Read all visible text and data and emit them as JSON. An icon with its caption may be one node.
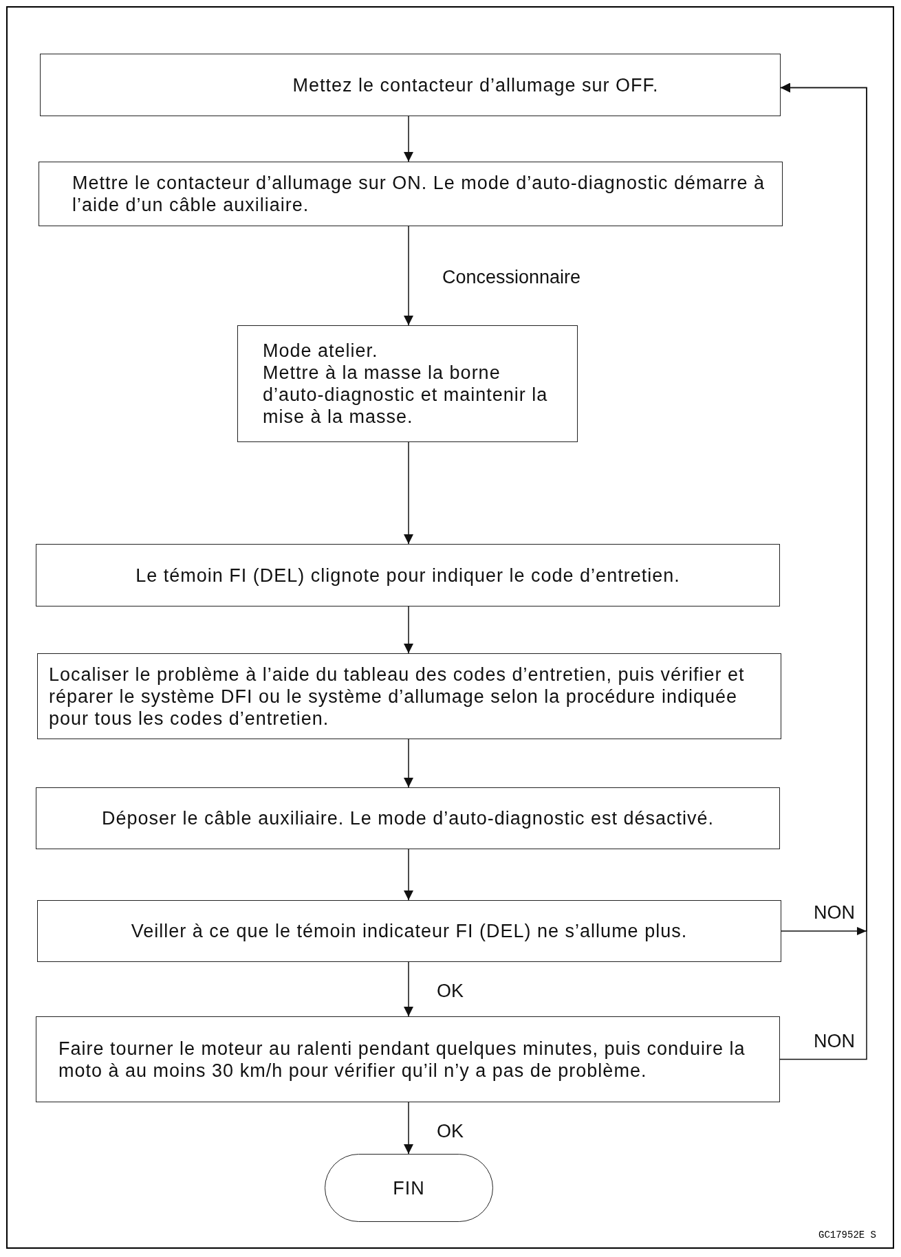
{
  "diagram": {
    "nodes": [
      {
        "text": [
          "Mettez le contacteur d’allumage sur OFF."
        ]
      },
      {
        "text": [
          "Mettre le contacteur d’allumage sur ON. Le mode d’auto-diagnostic démarre à l’aide d’un câble auxiliaire."
        ]
      },
      {
        "text": [
          "Mode atelier.",
          "Mettre à la masse la borne d’auto-diagnostic et maintenir la mise à la masse."
        ]
      },
      {
        "text": [
          "Le témoin FI (DEL) clignote pour indiquer le code d’entretien."
        ]
      },
      {
        "text": [
          "Localiser le problème à l’aide du tableau des codes d’entretien, puis vérifier et réparer le système DFI ou le système d’allumage selon la procédure indiquée pour tous les codes d’entretien."
        ]
      },
      {
        "text": [
          "Déposer le câble auxiliaire. Le mode d’auto-diagnostic est désactivé."
        ]
      },
      {
        "text": [
          "Veiller à ce que le témoin indicateur FI (DEL) ne s’allume plus."
        ]
      },
      {
        "text": [
          "Faire tourner le moteur au ralenti pendant quelques minutes, puis conduire la moto à au moins 30 km/h pour vérifier qu’il n’y a pas de problème."
        ]
      },
      {
        "text": [
          "FIN"
        ]
      }
    ],
    "edges": [
      {
        "from": 0,
        "to": 1,
        "arrow": "to"
      },
      {
        "from": 1,
        "to": 2,
        "arrow": "to",
        "label": "Concessionnaire"
      },
      {
        "from": 2,
        "to": 3,
        "arrow": "to"
      },
      {
        "from": 3,
        "to": 4,
        "arrow": "to"
      },
      {
        "from": 4,
        "to": 5,
        "arrow": "to"
      },
      {
        "from": 5,
        "to": 6,
        "arrow": "to"
      },
      {
        "from": 6,
        "to": 7,
        "arrow": "to",
        "label": "OK"
      },
      {
        "from": 7,
        "to": 8,
        "arrow": "to",
        "label": "OK"
      },
      {
        "from": 6,
        "to": 0,
        "arrow": "to",
        "label": "NON"
      },
      {
        "from": 7,
        "to": 0,
        "arrow": "to",
        "label": "NON"
      }
    ],
    "labels": [
      "GC17952E S"
    ]
  }
}
